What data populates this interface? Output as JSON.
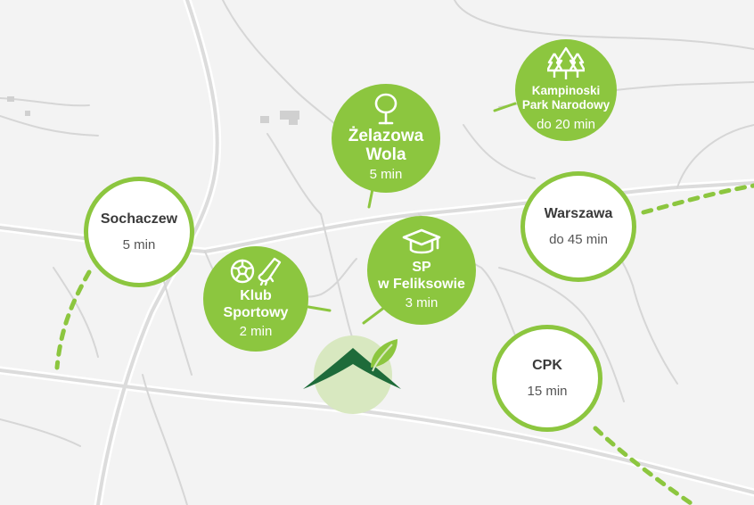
{
  "colors": {
    "background": "#f3f3f3",
    "road": "#dcdcdc",
    "road_outline": "#ffffff",
    "accent_green": "#8cc63f",
    "logo_dark_green": "#1e6b3a",
    "logo_circle": "#d8e8c0",
    "text_dark": "#444444"
  },
  "markers": [
    {
      "id": "kampinoski",
      "style": "green",
      "icon": "forest-icon",
      "name_lines": [
        "Kampinoski",
        "Park Narodowy"
      ],
      "time": "do 20 min"
    },
    {
      "id": "zelazowa",
      "style": "green",
      "icon": "tree-icon",
      "name_lines": [
        "Żelazowa",
        "Wola"
      ],
      "time": "5 min"
    },
    {
      "id": "sochaczew",
      "style": "white",
      "icon": "",
      "name_lines": [
        "Sochaczew"
      ],
      "time": "5 min"
    },
    {
      "id": "warszawa",
      "style": "white",
      "icon": "",
      "name_lines": [
        "Warszawa"
      ],
      "time": "do 45 min"
    },
    {
      "id": "sp",
      "style": "green",
      "icon": "graduation-cap-icon",
      "name_lines": [
        "SP",
        "w Feliksowie"
      ],
      "time": "3 min"
    },
    {
      "id": "klub",
      "style": "green",
      "icon": "football-boot-icon",
      "name_lines": [
        "Klub",
        "Sportowy"
      ],
      "time": "2 min"
    },
    {
      "id": "cpk",
      "style": "white",
      "icon": "",
      "name_lines": [
        "CPK"
      ],
      "time": "15 min"
    }
  ]
}
